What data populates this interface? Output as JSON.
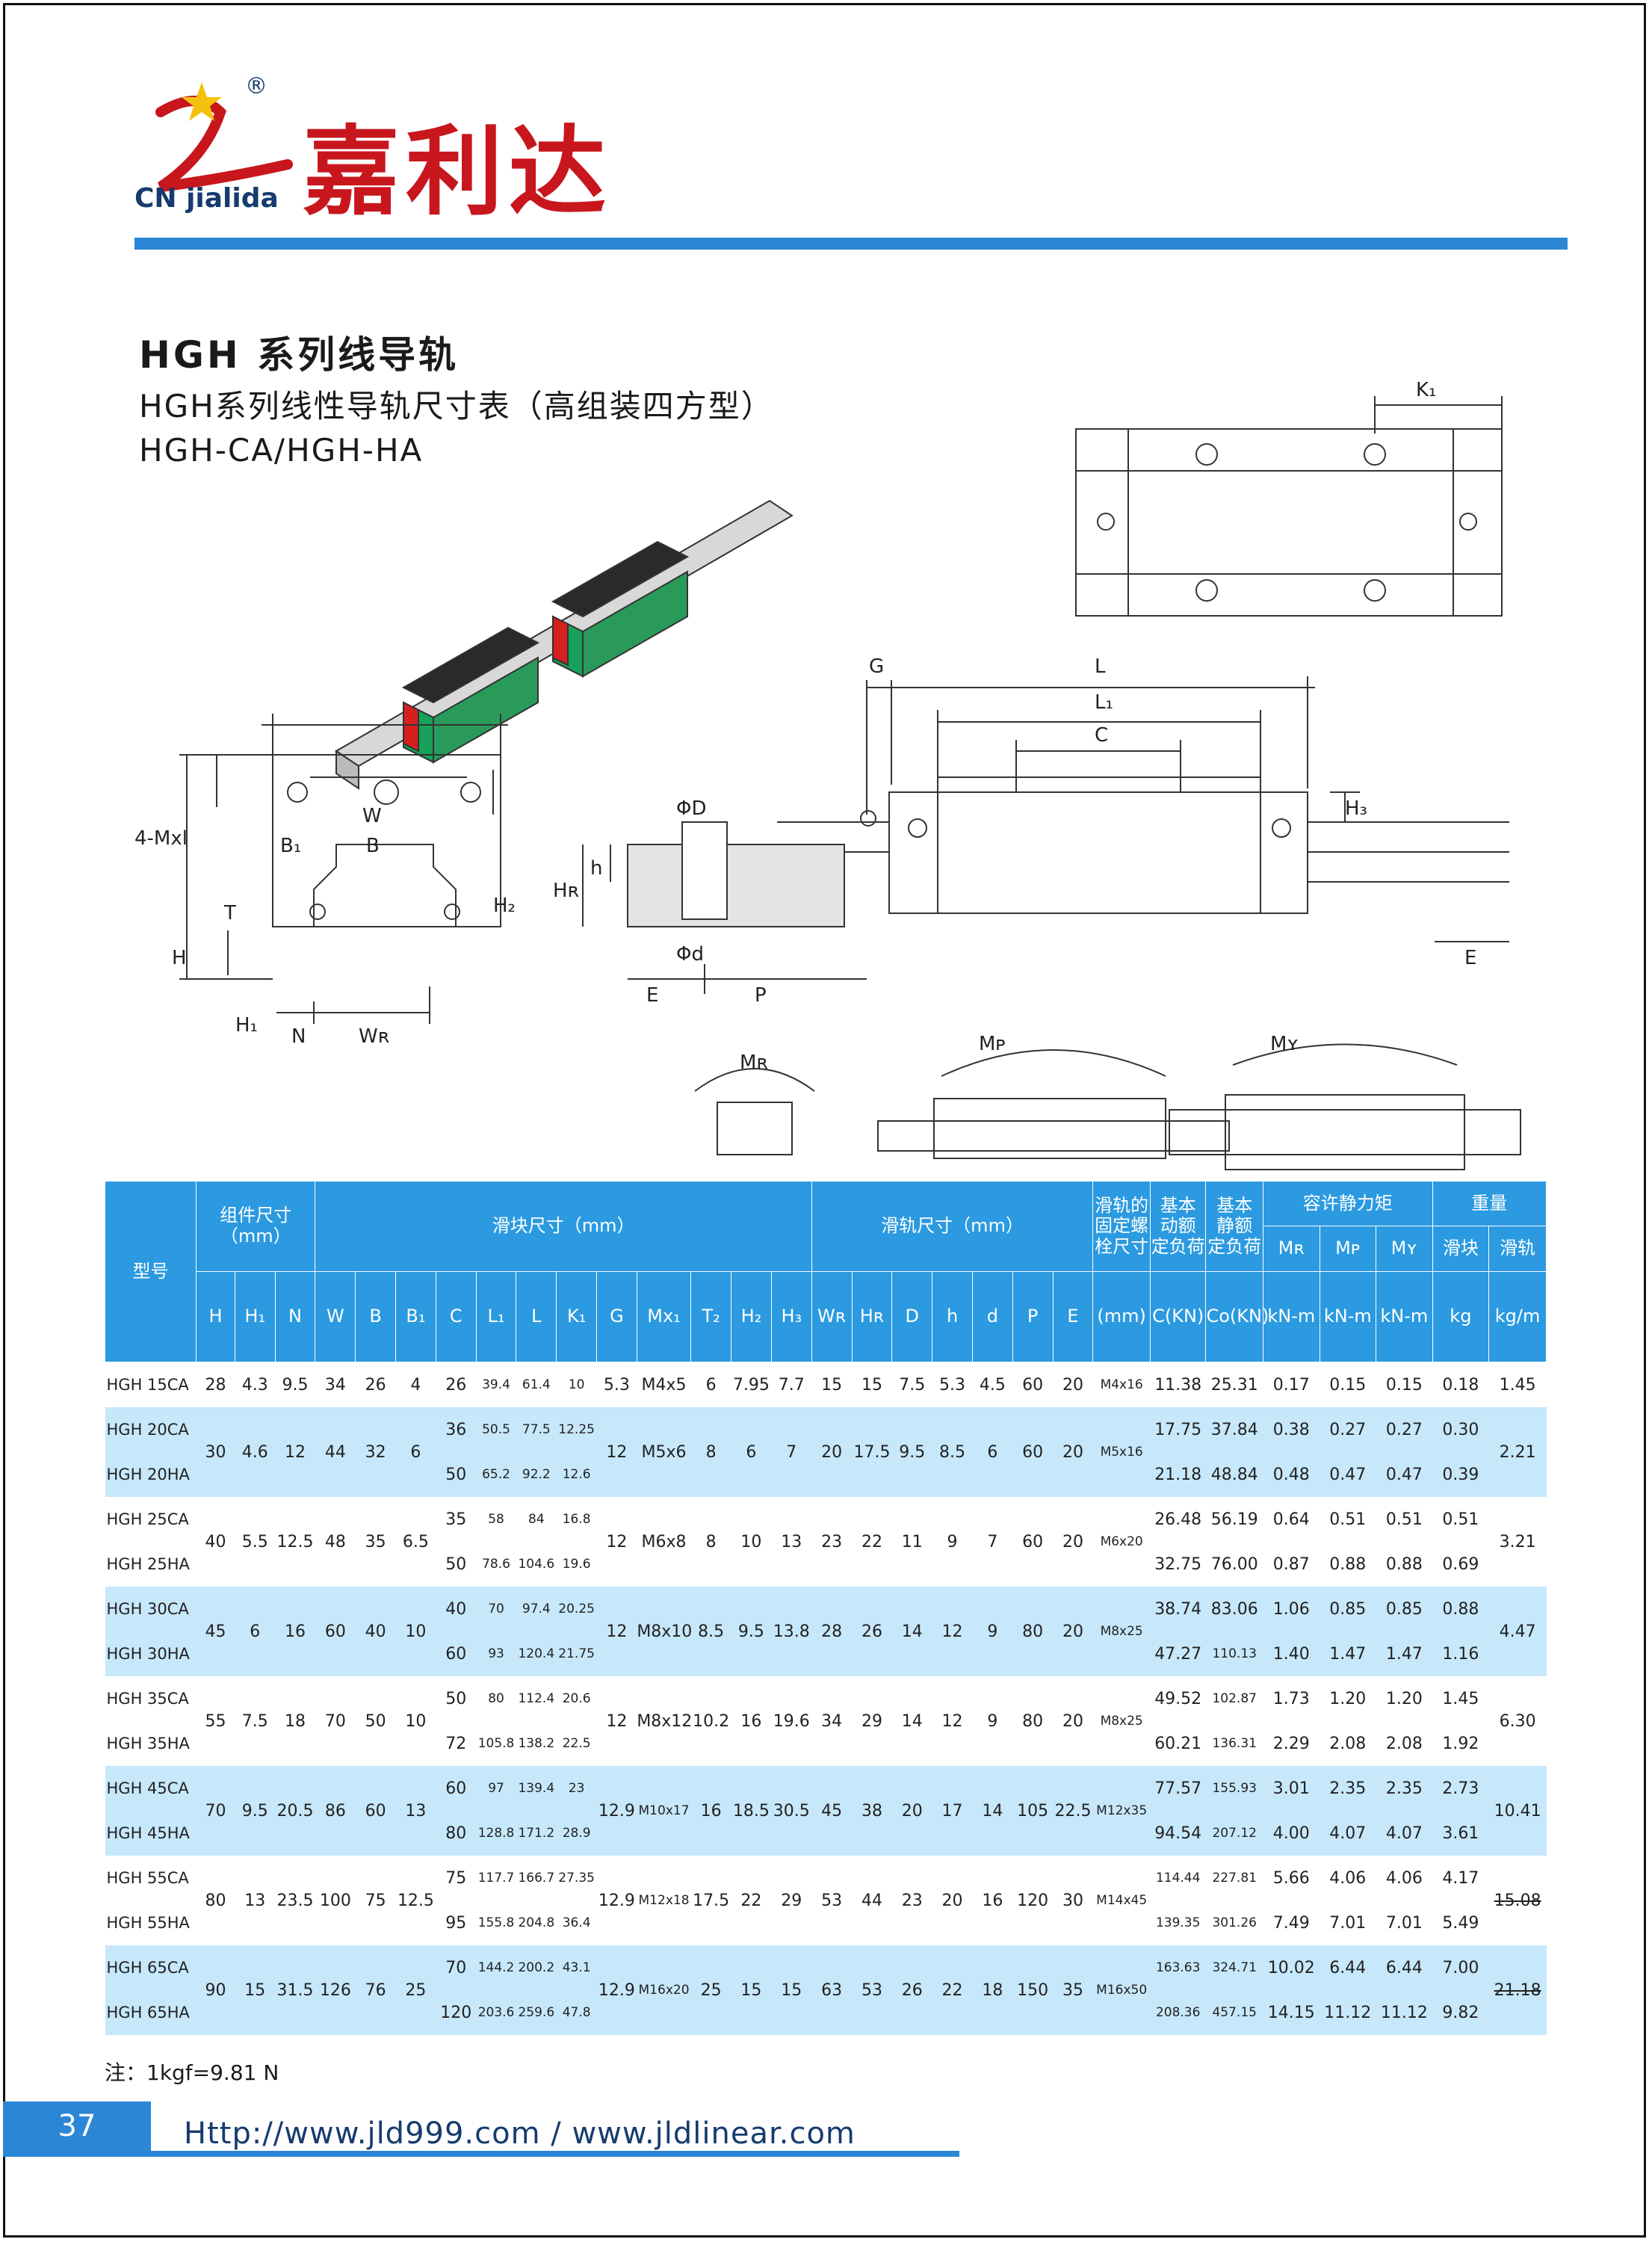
{
  "header": {
    "brand_cn": "嘉利达",
    "brand_en": "CN jialida",
    "registered_mark": "®",
    "accent_color": "#2b86d6",
    "brand_color": "#c8161d"
  },
  "titles": {
    "line1": "HGH 系列线导轨",
    "line2": "HGH系列线性导轨尺寸表（高组装四方型）",
    "line3": "HGH-CA/HGH-HA"
  },
  "drawing_labels": {
    "k1": "K₁",
    "g": "G",
    "l": "L",
    "l1": "L₁",
    "c": "C",
    "h3": "H₃",
    "phiD": "ΦD",
    "phid": "Φd",
    "h_small": "h",
    "hr": "Hʀ",
    "e": "E",
    "p": "P",
    "mxl": "4-Mxl",
    "w": "W",
    "b1": "B₁",
    "b": "B",
    "t": "T",
    "h2": "H₂",
    "h": "H",
    "h1": "H₁",
    "n": "N",
    "wr": "Wʀ",
    "mr": "Mʀ",
    "mp": "Mᴘ",
    "my": "Mʏ"
  },
  "table": {
    "group_headers": {
      "model": "型号",
      "assembly": "组件尺寸\n（mm）",
      "block": "滑块尺寸（mm）",
      "rail": "滑轨尺寸（mm）",
      "bolt": "滑轨的\n固定螺\n栓尺寸",
      "dynamic": "基本\n动额\n定负荷",
      "static": "基本\n静额\n定负荷",
      "moment": "容许静力矩",
      "weight": "重量"
    },
    "sub_headers": {
      "H": "H",
      "H1": "H₁",
      "N": "N",
      "W": "W",
      "B": "B",
      "B1": "B₁",
      "C": "C",
      "L1": "L₁",
      "L": "L",
      "K1": "K₁",
      "G": "G",
      "Mxl": "Mx₁",
      "T2": "T₂",
      "H2": "H₂",
      "H3": "H₃",
      "WR": "Wʀ",
      "HR": "Hʀ",
      "D": "D",
      "h": "h",
      "d": "d",
      "P": "P",
      "E": "E",
      "bolt_unit": "(mm)",
      "C_unit": "C(KN)",
      "C0_unit": "Co(KN)",
      "MR": "Mʀ",
      "MP": "Mᴘ",
      "MY": "Mʏ",
      "block_w": "滑块",
      "rail_w": "滑轨",
      "knm1": "kN-m",
      "knm2": "kN-m",
      "knm3": "kN-m",
      "kg": "kg",
      "kgm": "kg/m"
    },
    "groups": [
      {
        "H": "28",
        "H1": "4.3",
        "N": "9.5",
        "W": "34",
        "B": "26",
        "B1": "4",
        "G": "5.3",
        "M": "M4x5",
        "T2": "6",
        "H2": "7.95",
        "H3": "7.7",
        "WR": "15",
        "HR": "15",
        "D": "7.5",
        "h": "5.3",
        "d": "4.5",
        "P": "60",
        "E": "20",
        "bolt": "M4x16",
        "rail_kg": "1.45",
        "strike": false,
        "rows": [
          {
            "model": "HGH 15CA",
            "C": "26",
            "L1": "39.4",
            "L": "61.4",
            "K1": "10",
            "Cd": "11.38",
            "C0": "25.31",
            "MR": "0.17",
            "MP": "0.15",
            "MY": "0.15",
            "kg": "0.18"
          }
        ]
      },
      {
        "H": "30",
        "H1": "4.6",
        "N": "12",
        "W": "44",
        "B": "32",
        "B1": "6",
        "G": "12",
        "M": "M5x6",
        "T2": "8",
        "H2": "6",
        "H3": "7",
        "WR": "20",
        "HR": "17.5",
        "D": "9.5",
        "h": "8.5",
        "d": "6",
        "P": "60",
        "E": "20",
        "bolt": "M5x16",
        "rail_kg": "2.21",
        "strike": false,
        "rows": [
          {
            "model": "HGH 20CA",
            "C": "36",
            "L1": "50.5",
            "L": "77.5",
            "K1": "12.25",
            "Cd": "17.75",
            "C0": "37.84",
            "MR": "0.38",
            "MP": "0.27",
            "MY": "0.27",
            "kg": "0.30"
          },
          {
            "model": "HGH 20HA",
            "C": "50",
            "L1": "65.2",
            "L": "92.2",
            "K1": "12.6",
            "Cd": "21.18",
            "C0": "48.84",
            "MR": "0.48",
            "MP": "0.47",
            "MY": "0.47",
            "kg": "0.39"
          }
        ]
      },
      {
        "H": "40",
        "H1": "5.5",
        "N": "12.5",
        "W": "48",
        "B": "35",
        "B1": "6.5",
        "G": "12",
        "M": "M6x8",
        "T2": "8",
        "H2": "10",
        "H3": "13",
        "WR": "23",
        "HR": "22",
        "D": "11",
        "h": "9",
        "d": "7",
        "P": "60",
        "E": "20",
        "bolt": "M6x20",
        "rail_kg": "3.21",
        "strike": false,
        "rows": [
          {
            "model": "HGH 25CA",
            "C": "35",
            "L1": "58",
            "L": "84",
            "K1": "16.8",
            "Cd": "26.48",
            "C0": "56.19",
            "MR": "0.64",
            "MP": "0.51",
            "MY": "0.51",
            "kg": "0.51"
          },
          {
            "model": "HGH 25HA",
            "C": "50",
            "L1": "78.6",
            "L": "104.6",
            "K1": "19.6",
            "Cd": "32.75",
            "C0": "76.00",
            "MR": "0.87",
            "MP": "0.88",
            "MY": "0.88",
            "kg": "0.69"
          }
        ]
      },
      {
        "H": "45",
        "H1": "6",
        "N": "16",
        "W": "60",
        "B": "40",
        "B1": "10",
        "G": "12",
        "M": "M8x10",
        "T2": "8.5",
        "H2": "9.5",
        "H3": "13.8",
        "WR": "28",
        "HR": "26",
        "D": "14",
        "h": "12",
        "d": "9",
        "P": "80",
        "E": "20",
        "bolt": "M8x25",
        "rail_kg": "4.47",
        "strike": false,
        "rows": [
          {
            "model": "HGH 30CA",
            "C": "40",
            "L1": "70",
            "L": "97.4",
            "K1": "20.25",
            "Cd": "38.74",
            "C0": "83.06",
            "MR": "1.06",
            "MP": "0.85",
            "MY": "0.85",
            "kg": "0.88"
          },
          {
            "model": "HGH 30HA",
            "C": "60",
            "L1": "93",
            "L": "120.4",
            "K1": "21.75",
            "Cd": "47.27",
            "C0": "110.13",
            "MR": "1.40",
            "MP": "1.47",
            "MY": "1.47",
            "kg": "1.16"
          }
        ]
      },
      {
        "H": "55",
        "H1": "7.5",
        "N": "18",
        "W": "70",
        "B": "50",
        "B1": "10",
        "G": "12",
        "M": "M8x12",
        "T2": "10.2",
        "H2": "16",
        "H3": "19.6",
        "WR": "34",
        "HR": "29",
        "D": "14",
        "h": "12",
        "d": "9",
        "P": "80",
        "E": "20",
        "bolt": "M8x25",
        "rail_kg": "6.30",
        "strike": false,
        "rows": [
          {
            "model": "HGH 35CA",
            "C": "50",
            "L1": "80",
            "L": "112.4",
            "K1": "20.6",
            "Cd": "49.52",
            "C0": "102.87",
            "MR": "1.73",
            "MP": "1.20",
            "MY": "1.20",
            "kg": "1.45"
          },
          {
            "model": "HGH 35HA",
            "C": "72",
            "L1": "105.8",
            "L": "138.2",
            "K1": "22.5",
            "Cd": "60.21",
            "C0": "136.31",
            "MR": "2.29",
            "MP": "2.08",
            "MY": "2.08",
            "kg": "1.92"
          }
        ]
      },
      {
        "H": "70",
        "H1": "9.5",
        "N": "20.5",
        "W": "86",
        "B": "60",
        "B1": "13",
        "G": "12.9",
        "M": "M10x17",
        "T2": "16",
        "H2": "18.5",
        "H3": "30.5",
        "WR": "45",
        "HR": "38",
        "D": "20",
        "h": "17",
        "d": "14",
        "P": "105",
        "E": "22.5",
        "bolt": "M12x35",
        "rail_kg": "10.41",
        "strike": false,
        "rows": [
          {
            "model": "HGH 45CA",
            "C": "60",
            "L1": "97",
            "L": "139.4",
            "K1": "23",
            "Cd": "77.57",
            "C0": "155.93",
            "MR": "3.01",
            "MP": "2.35",
            "MY": "2.35",
            "kg": "2.73"
          },
          {
            "model": "HGH 45HA",
            "C": "80",
            "L1": "128.8",
            "L": "171.2",
            "K1": "28.9",
            "Cd": "94.54",
            "C0": "207.12",
            "MR": "4.00",
            "MP": "4.07",
            "MY": "4.07",
            "kg": "3.61"
          }
        ]
      },
      {
        "H": "80",
        "H1": "13",
        "N": "23.5",
        "W": "100",
        "B": "75",
        "B1": "12.5",
        "G": "12.9",
        "M": "M12x18",
        "T2": "17.5",
        "H2": "22",
        "H3": "29",
        "WR": "53",
        "HR": "44",
        "D": "23",
        "h": "20",
        "d": "16",
        "P": "120",
        "E": "30",
        "bolt": "M14x45",
        "rail_kg": "15.08",
        "strike": true,
        "rows": [
          {
            "model": "HGH 55CA",
            "C": "75",
            "L1": "117.7",
            "L": "166.7",
            "K1": "27.35",
            "Cd": "114.44",
            "C0": "227.81",
            "MR": "5.66",
            "MP": "4.06",
            "MY": "4.06",
            "kg": "4.17"
          },
          {
            "model": "HGH 55HA",
            "C": "95",
            "L1": "155.8",
            "L": "204.8",
            "K1": "36.4",
            "Cd": "139.35",
            "C0": "301.26",
            "MR": "7.49",
            "MP": "7.01",
            "MY": "7.01",
            "kg": "5.49"
          }
        ]
      },
      {
        "H": "90",
        "H1": "15",
        "N": "31.5",
        "W": "126",
        "B": "76",
        "B1": "25",
        "G": "12.9",
        "M": "M16x20",
        "T2": "25",
        "H2": "15",
        "H3": "15",
        "WR": "63",
        "HR": "53",
        "D": "26",
        "h": "22",
        "d": "18",
        "P": "150",
        "E": "35",
        "bolt": "M16x50",
        "rail_kg": "21.18",
        "strike": true,
        "rows": [
          {
            "model": "HGH 65CA",
            "C": "70",
            "L1": "144.2",
            "L": "200.2",
            "K1": "43.1",
            "Cd": "163.63",
            "C0": "324.71",
            "MR": "10.02",
            "MP": "6.44",
            "MY": "6.44",
            "kg": "7.00"
          },
          {
            "model": "HGH 65HA",
            "C": "120",
            "L1": "203.6",
            "L": "259.6",
            "K1": "47.8",
            "Cd": "208.36",
            "C0": "457.15",
            "MR": "14.15",
            "MP": "11.12",
            "MY": "11.12",
            "kg": "9.82"
          }
        ]
      }
    ]
  },
  "footer": {
    "note": "注：1kgf=9.81 N",
    "page_number": "37",
    "url": "Http://www.jld999.com / www.jldlinear.com"
  }
}
